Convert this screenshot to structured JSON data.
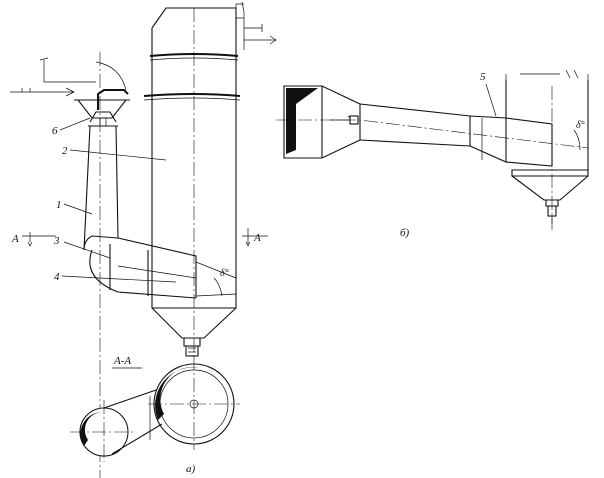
{
  "labels": {
    "n1": "1",
    "n2": "2",
    "n3": "3",
    "n4": "4",
    "n5": "5",
    "n6": "6",
    "section_mark_left": "A",
    "section_mark_right": "A",
    "section_title": "A-A",
    "angle_a": "δ°",
    "angle_b": "δ°",
    "caption_a": "a)",
    "caption_b": "б)"
  }
}
